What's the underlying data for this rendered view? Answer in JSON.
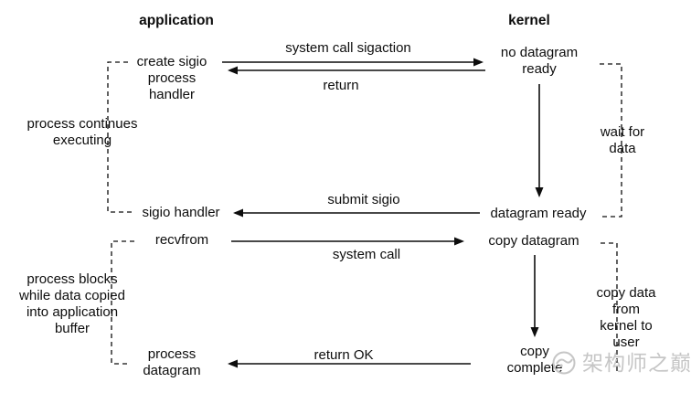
{
  "headers": {
    "application": "application",
    "kernel": "kernel"
  },
  "app_nodes": {
    "create_sigio": "create sigio\nprocess\nhandler",
    "sigio_handler": "sigio handler",
    "recvfrom": "recvfrom",
    "process_datagram": "process\ndatagram"
  },
  "app_annotations": {
    "process_continues": "process continues\nexecuting",
    "process_blocks": "process blocks\nwhile data copied\ninto application\nbuffer"
  },
  "kernel_nodes": {
    "no_datagram_ready": "no datagram\nready",
    "datagram_ready": "datagram ready",
    "copy_datagram": "copy datagram",
    "copy_complete": "copy\ncomplete"
  },
  "kernel_annotations": {
    "wait_for_data": "wait for\ndata",
    "copy_kernel_to_user": "copy data from\nkernel to user"
  },
  "arrow_labels": {
    "sigaction": "system call sigaction",
    "return": "return",
    "submit_sigio": "submit sigio",
    "system_call": "system call",
    "return_ok": "return OK"
  },
  "watermark": {
    "text": "架构师之巅"
  },
  "colors": {
    "ink": "#0d0d0d",
    "watermark": "#c6c6c6",
    "background": "#ffffff"
  }
}
